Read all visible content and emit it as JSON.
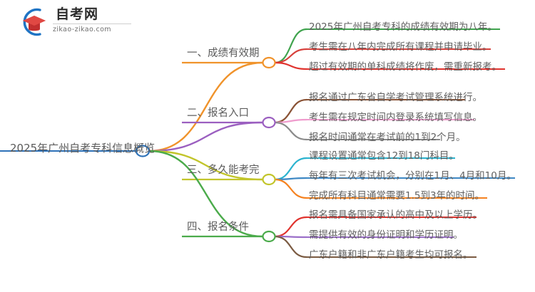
{
  "logo": {
    "name_cn": "自考网",
    "url": "zikao-zikao.com",
    "mark_arc_color": "#1f74c4",
    "mark_cap_color": "#d93a3a"
  },
  "root": {
    "title": "2025年广州自考专科信息概览",
    "node_color": "#2e72b8",
    "underline_color": "#2e72b8"
  },
  "branches": [
    {
      "label": "一、成绩有效期",
      "color": "#f0932b",
      "leaves": [
        {
          "text": "2025年广州自考专科的成绩有效期为八年。",
          "color": "#3fa34d"
        },
        {
          "text": "考生需在八年内完成所有课程并申请毕业。",
          "color": "#d7413c"
        },
        {
          "text": "超过有效期的单科成绩将作废，需重新报考。",
          "color": "#e0332e"
        }
      ]
    },
    {
      "label": "二、报名入口",
      "color": "#9b5fc0",
      "leaves": [
        {
          "text": "报名通过广东省自学考试管理系统进行。",
          "color": "#8a5336"
        },
        {
          "text": "考生需在规定时间内登录系统填写信息。",
          "color": "#ef9ccd"
        },
        {
          "text": "报名时间通常在考试前的1到2个月。",
          "color": "#8a8a8a"
        }
      ]
    },
    {
      "label": "三、多久能考完",
      "color": "#c2c52b",
      "leaves": [
        {
          "text": "课程设置通常包含12到18门科目。",
          "color": "#2bb3cf"
        },
        {
          "text": "每年有三次考试机会，分别在1月、4月和10月。",
          "color": "#3e88c4"
        },
        {
          "text": "完成所有科目通常需要1.5到3年的时间。",
          "color": "#f58220"
        }
      ]
    },
    {
      "label": "四、报名条件",
      "color": "#4bab4b",
      "leaves": [
        {
          "text": "报名需具备国家承认的高中及以上学历。",
          "color": "#e0332e"
        },
        {
          "text": "需提供有效的身份证明和学历证明。",
          "color": "#9b6fc9"
        },
        {
          "text": "广东户籍和非广东户籍考生均可报名。",
          "color": "#7b5b42"
        }
      ]
    }
  ]
}
